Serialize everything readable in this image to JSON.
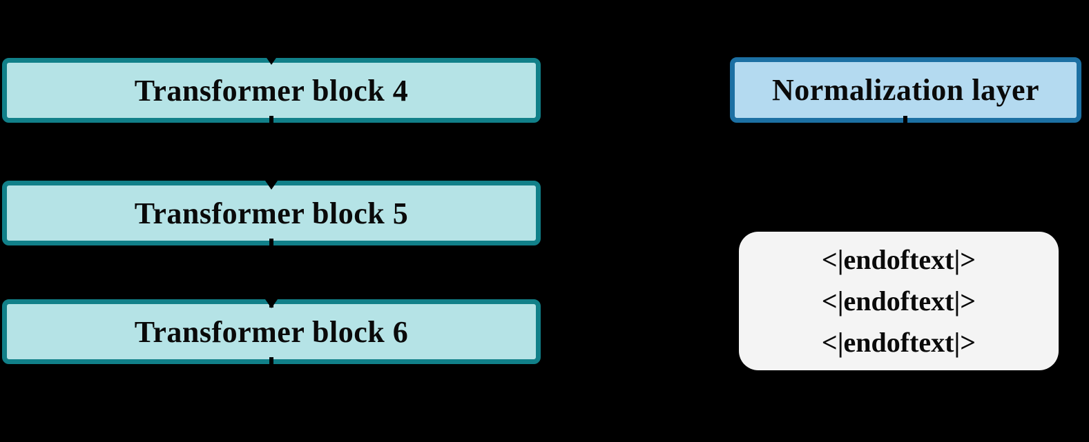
{
  "colors": {
    "background": "#000000",
    "teal_fill": "#b5e3e6",
    "teal_border": "#118089",
    "blue_fill": "#b4daf0",
    "blue_border": "#1c70a3",
    "white_fill": "#f4f4f4",
    "arrow": "#000000",
    "text": "#0a0a0a"
  },
  "diagram": {
    "left_column": {
      "blocks": [
        {
          "label": "Transformer block 4"
        },
        {
          "label": "Transformer block 5"
        },
        {
          "label": "Transformer block 6"
        }
      ]
    },
    "right_column": {
      "normalization": {
        "label": "Normalization layer"
      },
      "token_box": {
        "tokens": [
          "<|endoftext|>",
          "<|endoftext|>",
          "<|endoftext|>"
        ]
      }
    }
  }
}
